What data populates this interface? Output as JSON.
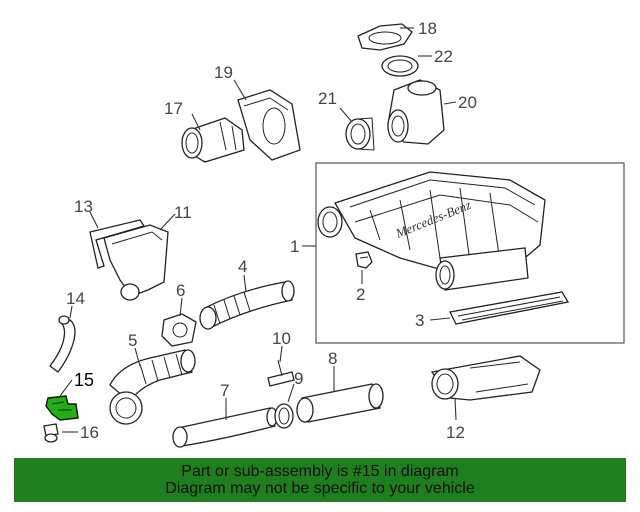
{
  "colors": {
    "banner_bg": "#1f7f1f",
    "highlight": "#22b014",
    "line": "#222222",
    "callout_text": "#444444"
  },
  "callouts": [
    {
      "id": "1",
      "label": "1"
    },
    {
      "id": "2",
      "label": "2"
    },
    {
      "id": "3",
      "label": "3"
    },
    {
      "id": "4",
      "label": "4"
    },
    {
      "id": "5",
      "label": "5"
    },
    {
      "id": "6",
      "label": "6"
    },
    {
      "id": "7",
      "label": "7"
    },
    {
      "id": "8",
      "label": "8"
    },
    {
      "id": "9",
      "label": "9"
    },
    {
      "id": "10",
      "label": "10"
    },
    {
      "id": "11",
      "label": "11"
    },
    {
      "id": "12",
      "label": "12"
    },
    {
      "id": "13",
      "label": "13"
    },
    {
      "id": "14",
      "label": "14"
    },
    {
      "id": "15",
      "label": "15"
    },
    {
      "id": "16",
      "label": "16"
    },
    {
      "id": "17",
      "label": "17"
    },
    {
      "id": "18",
      "label": "18"
    },
    {
      "id": "19",
      "label": "19"
    },
    {
      "id": "20",
      "label": "20"
    },
    {
      "id": "21",
      "label": "21"
    },
    {
      "id": "22",
      "label": "22"
    }
  ],
  "highlighted_part": "15",
  "cover_text": "Mercedes-Benz",
  "banner": {
    "line1": "Part or sub-assembly is #15 in diagram",
    "line2": "Diagram may not be specific to your vehicle"
  }
}
